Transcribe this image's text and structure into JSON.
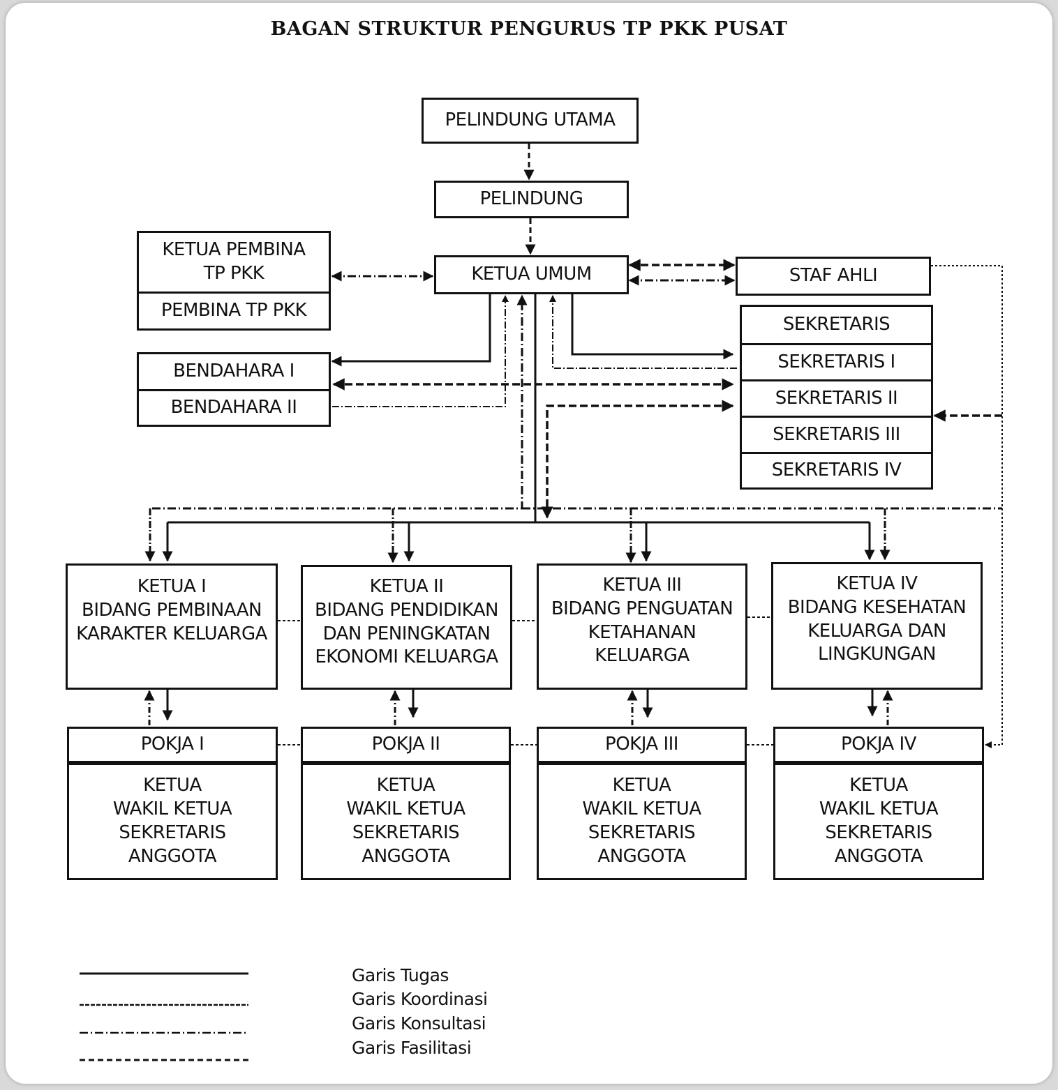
{
  "title": "BAGAN STRUKTUR PENGURUS TP PKK PUSAT",
  "nodes": {
    "pelindung_utama": "PELINDUNG UTAMA",
    "pelindung": "PELINDUNG",
    "ketua_umum": "KETUA UMUM",
    "ketua_pembina": [
      "KETUA PEMBINA",
      "TP PKK"
    ],
    "pembina": "PEMBINA TP PKK",
    "bendahara_1": "BENDAHARA I",
    "bendahara_2": "BENDAHARA II",
    "staf_ahli": "STAF AHLI",
    "sekretaris": [
      "SEKRETARIS",
      "SEKRETARIS I",
      "SEKRETARIS II",
      "SEKRETARIS III",
      "SEKRETARIS IV"
    ],
    "ketua_bidang": [
      [
        "KETUA I",
        "BIDANG PEMBINAAN",
        "KARAKTER KELUARGA"
      ],
      [
        "KETUA II",
        "BIDANG PENDIDIKAN",
        "DAN PENINGKATAN",
        "EKONOMI KELUARGA"
      ],
      [
        "KETUA III",
        "BIDANG PENGUATAN",
        "KETAHANAN",
        "KELUARGA"
      ],
      [
        "KETUA IV",
        "BIDANG KESEHATAN",
        "KELUARGA DAN",
        "LINGKUNGAN"
      ]
    ],
    "pokja": [
      "POKJA I",
      "POKJA II",
      "POKJA III",
      "POKJA IV"
    ],
    "pokja_members": [
      "KETUA",
      "WAKIL KETUA",
      "SEKRETARIS",
      "ANGGOTA"
    ]
  },
  "legend": [
    "Garis Tugas",
    "Garis Koordinasi",
    "Garis Konsultasi",
    "Garis Fasilitasi"
  ]
}
